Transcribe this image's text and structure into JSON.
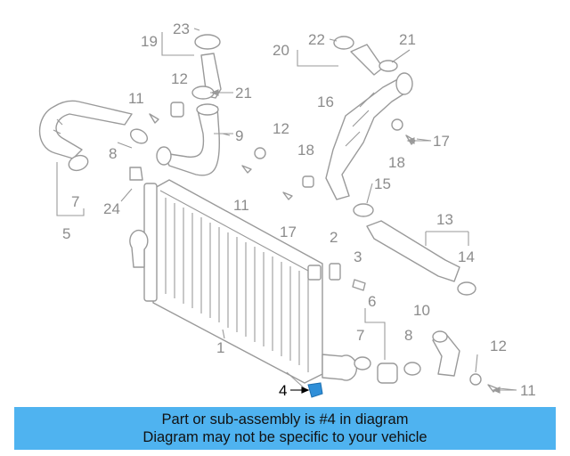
{
  "diagram": {
    "callouts": {
      "n1": "1",
      "n2": "2",
      "n3": "3",
      "n4": "4",
      "n5": "5",
      "n6": "6",
      "n7a": "7",
      "n7b": "7",
      "n8a": "8",
      "n8b": "8",
      "n9": "9",
      "n10": "10",
      "n11a": "11",
      "n11b": "11",
      "n11c": "11",
      "n12a": "12",
      "n12b": "12",
      "n12c": "12",
      "n13": "13",
      "n14": "14",
      "n15": "15",
      "n16": "16",
      "n17a": "17",
      "n17b": "17",
      "n18a": "18",
      "n18b": "18",
      "n19": "19",
      "n20": "20",
      "n21a": "21",
      "n21b": "21",
      "n22": "22",
      "n23": "23",
      "n24": "24"
    },
    "highlight_color": "#2f8fd8",
    "part_color": "#9a9a9a"
  },
  "banner": {
    "line1": "Part or sub-assembly is #4 in diagram",
    "line2": "Diagram may not be specific to your vehicle",
    "background": "#4fb3f0"
  }
}
